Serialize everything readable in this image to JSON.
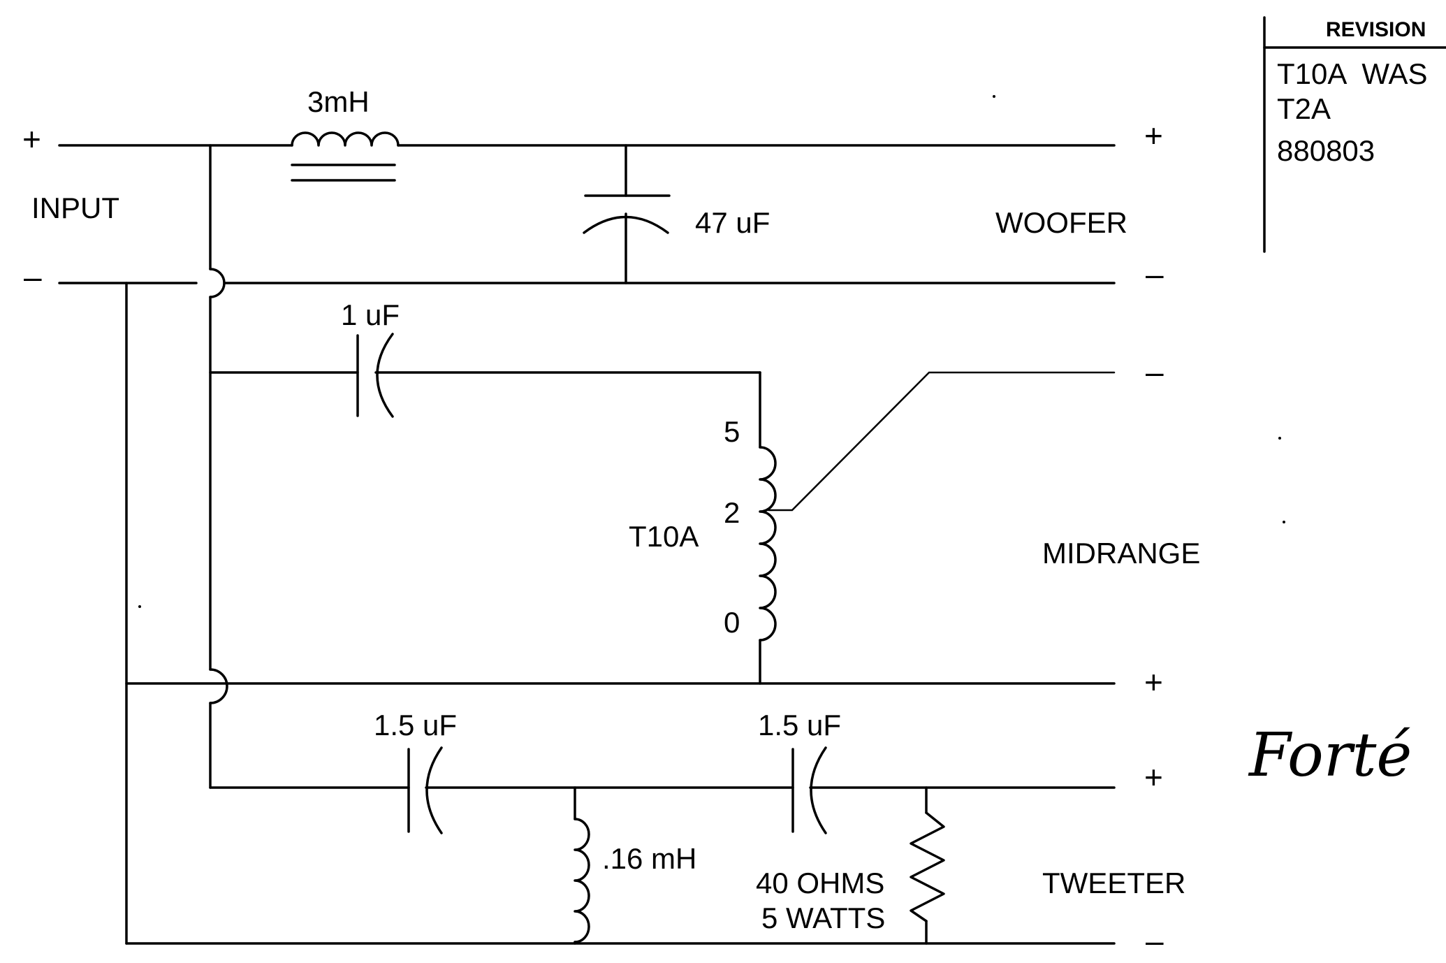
{
  "components": {
    "inductor_main": "3mH",
    "cap_woofer": "47 uF",
    "cap_mid": "1 uF",
    "transformer": "T10A",
    "tap_5": "5",
    "tap_2": "2",
    "tap_0": "0",
    "cap_tw1": "1.5 uF",
    "cap_tw2": "1.5 uF",
    "inductor_tw": ".16 mH",
    "resistor_line1": "40 OHMS",
    "resistor_line2": "5 WATTS"
  },
  "input": {
    "label": "INPUT",
    "plus": "+",
    "minus": "–"
  },
  "outputs": {
    "woofer": {
      "label": "WOOFER",
      "plus": "+",
      "minus": "–"
    },
    "midrange": {
      "label": "MIDRANGE",
      "minus": "–",
      "plus": "+"
    },
    "tweeter": {
      "label": "TWEETER",
      "plus": "+",
      "minus": "–"
    }
  },
  "revision": {
    "header": "REVISION",
    "line1": "T10A  WAS",
    "line2": "T2A",
    "line3": "880803"
  },
  "signature": "Forté"
}
